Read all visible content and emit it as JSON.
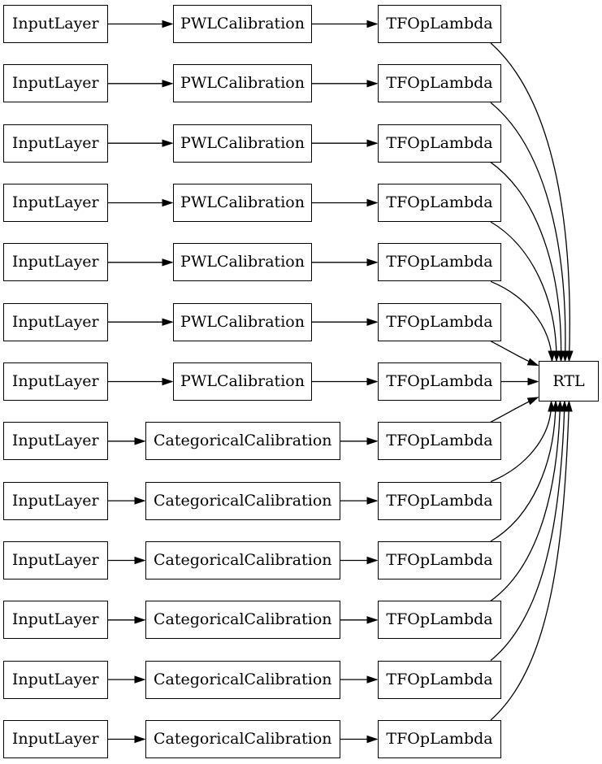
{
  "diagram": {
    "title": "model-graph",
    "background": "#ffffff",
    "edge_color": "#000000",
    "node_border_color": "#000000",
    "node_fill_color": "#ffffff",
    "text_color": "#000000",
    "rtl_label": "RTL",
    "rows": [
      {
        "input_label": "InputLayer",
        "calibration_label": "PWLCalibration",
        "calibration_type": "pwl",
        "lambda_label": "TFOpLambda"
      },
      {
        "input_label": "InputLayer",
        "calibration_label": "PWLCalibration",
        "calibration_type": "pwl",
        "lambda_label": "TFOpLambda"
      },
      {
        "input_label": "InputLayer",
        "calibration_label": "PWLCalibration",
        "calibration_type": "pwl",
        "lambda_label": "TFOpLambda"
      },
      {
        "input_label": "InputLayer",
        "calibration_label": "PWLCalibration",
        "calibration_type": "pwl",
        "lambda_label": "TFOpLambda"
      },
      {
        "input_label": "InputLayer",
        "calibration_label": "PWLCalibration",
        "calibration_type": "pwl",
        "lambda_label": "TFOpLambda"
      },
      {
        "input_label": "InputLayer",
        "calibration_label": "PWLCalibration",
        "calibration_type": "pwl",
        "lambda_label": "TFOpLambda"
      },
      {
        "input_label": "InputLayer",
        "calibration_label": "PWLCalibration",
        "calibration_type": "pwl",
        "lambda_label": "TFOpLambda"
      },
      {
        "input_label": "InputLayer",
        "calibration_label": "CategoricalCalibration",
        "calibration_type": "categorical",
        "lambda_label": "TFOpLambda"
      },
      {
        "input_label": "InputLayer",
        "calibration_label": "CategoricalCalibration",
        "calibration_type": "categorical",
        "lambda_label": "TFOpLambda"
      },
      {
        "input_label": "InputLayer",
        "calibration_label": "CategoricalCalibration",
        "calibration_type": "categorical",
        "lambda_label": "TFOpLambda"
      },
      {
        "input_label": "InputLayer",
        "calibration_label": "CategoricalCalibration",
        "calibration_type": "categorical",
        "lambda_label": "TFOpLambda"
      },
      {
        "input_label": "InputLayer",
        "calibration_label": "CategoricalCalibration",
        "calibration_type": "categorical",
        "lambda_label": "TFOpLambda"
      },
      {
        "input_label": "InputLayer",
        "calibration_label": "CategoricalCalibration",
        "calibration_type": "categorical",
        "lambda_label": "TFOpLambda"
      }
    ]
  }
}
